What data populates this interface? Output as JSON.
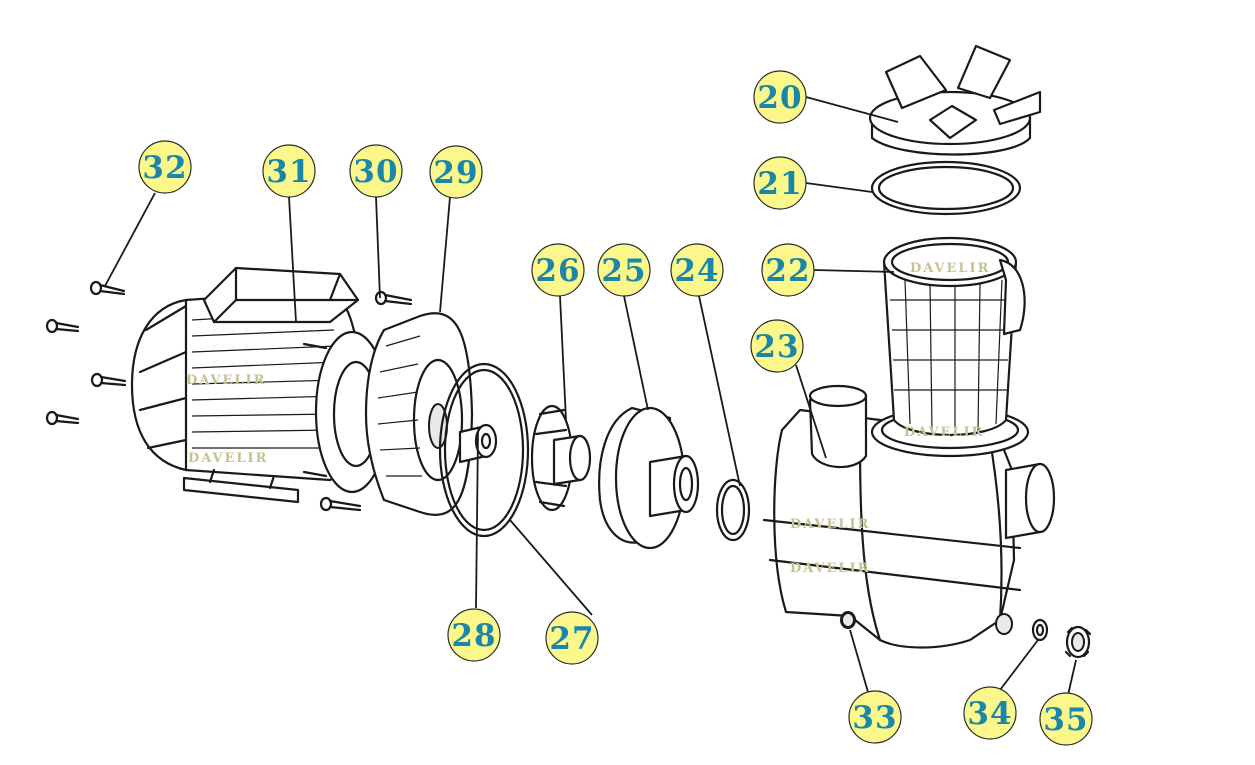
{
  "diagram": {
    "watermark": "DAVELIR",
    "callout_fill": "#fbf78a",
    "callout_text_color": "#1a86a8",
    "parts": [
      {
        "id": "p20",
        "label": "20"
      },
      {
        "id": "p21",
        "label": "21"
      },
      {
        "id": "p22",
        "label": "22"
      },
      {
        "id": "p23",
        "label": "23"
      },
      {
        "id": "p24",
        "label": "24"
      },
      {
        "id": "p25",
        "label": "25"
      },
      {
        "id": "p26",
        "label": "26"
      },
      {
        "id": "p27",
        "label": "27"
      },
      {
        "id": "p28",
        "label": "28"
      },
      {
        "id": "p29",
        "label": "29"
      },
      {
        "id": "p30",
        "label": "30"
      },
      {
        "id": "p31",
        "label": "31"
      },
      {
        "id": "p32",
        "label": "32"
      },
      {
        "id": "p33",
        "label": "33"
      },
      {
        "id": "p34",
        "label": "34"
      },
      {
        "id": "p35",
        "label": "35"
      }
    ]
  }
}
